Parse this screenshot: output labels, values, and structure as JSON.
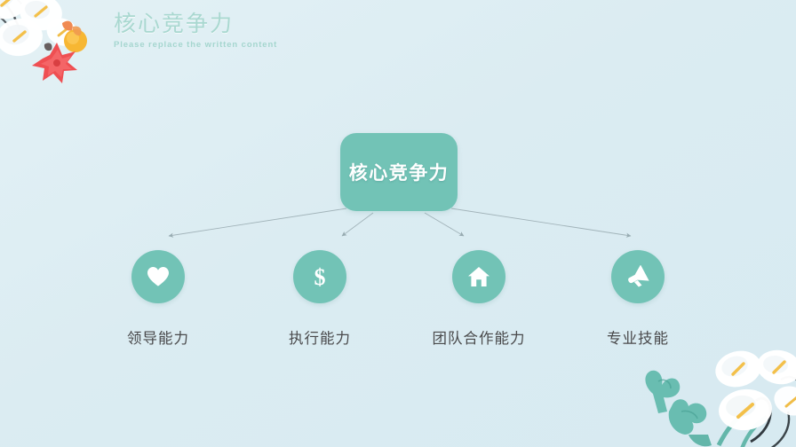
{
  "header": {
    "title": "核心竞争力",
    "subtitle": "Please replace the written content"
  },
  "diagram": {
    "center": {
      "label": "核心竞争力"
    },
    "branches": [
      {
        "icon": "heart-icon",
        "label": "领导能力"
      },
      {
        "icon": "dollar-icon",
        "label": "执行能力"
      },
      {
        "icon": "home-icon",
        "label": "团队合作能力"
      },
      {
        "icon": "megaphone-icon",
        "label": "专业技能"
      }
    ]
  },
  "decorations": [
    {
      "name": "calla-lily-flowers-top-left"
    },
    {
      "name": "calla-lily-flowers-bottom-right"
    }
  ],
  "colors": {
    "background": "#dcedf3",
    "accent_green": "#72c3b6",
    "title_green": "#a9d8d0",
    "label_gray": "#49494b",
    "connector": "#94a8ae"
  }
}
